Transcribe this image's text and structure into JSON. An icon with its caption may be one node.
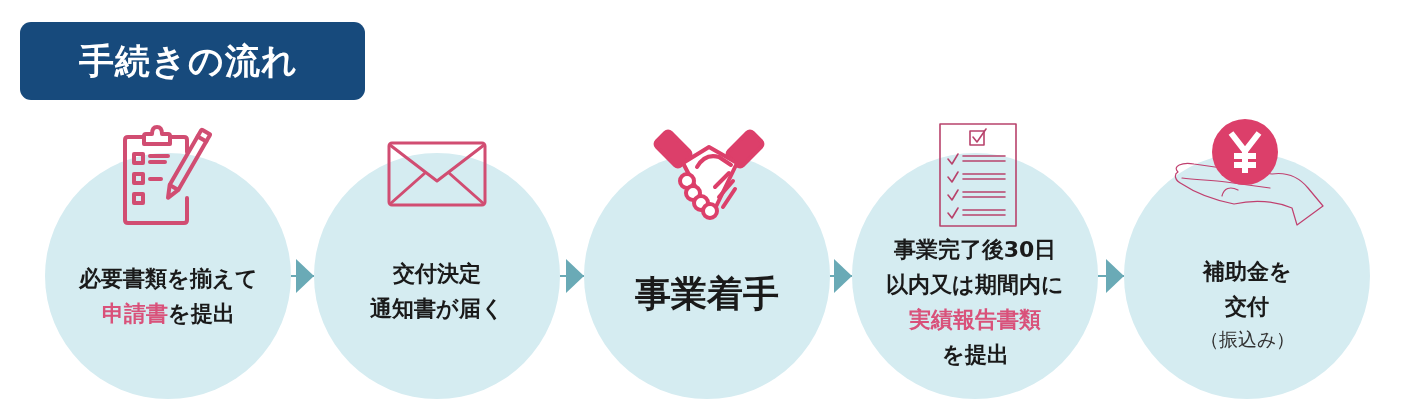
{
  "diagram": {
    "title": "手続きの流れ",
    "nodes": [
      {
        "text": [
          "必要書類を揃えて**申請書**を提出"
        ]
      },
      {
        "text": [
          "交付決定通知書が届く"
        ]
      },
      {
        "text": [
          "事業着手"
        ]
      },
      {
        "text": [
          "事業完了後30日以内又は期間内に**実績報告書類**を提出"
        ]
      },
      {
        "text": [
          "補助金を交付",
          "（振込み）"
        ]
      }
    ],
    "edges": [
      {
        "from": 0,
        "to": 1,
        "arrow": "to"
      },
      {
        "from": 1,
        "to": 2,
        "arrow": "to"
      },
      {
        "from": 2,
        "to": 3,
        "arrow": "to"
      },
      {
        "from": 3,
        "to": 4,
        "arrow": "to"
      }
    ]
  }
}
